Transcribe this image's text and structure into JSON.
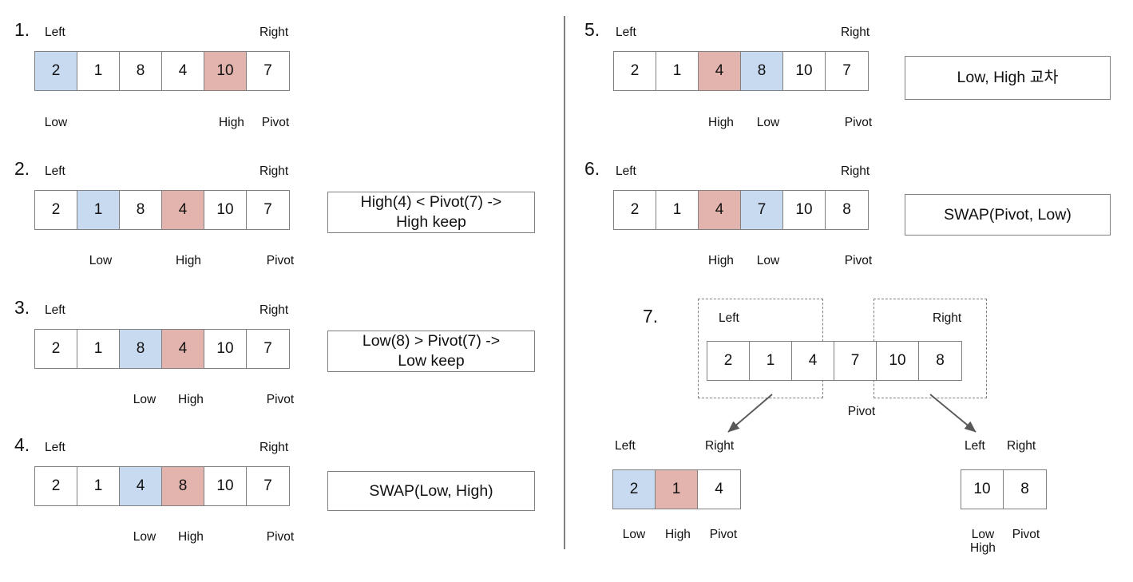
{
  "meta": {
    "title": "Quicksort partition walkthrough",
    "colors": {
      "low_highlight": "#c8daf0",
      "high_highlight": "#e3b3ad",
      "box_border": "#808080",
      "arrow": "#595959",
      "text": "#111111"
    },
    "labels": {
      "left": "Left",
      "right": "Right",
      "low": "Low",
      "high": "High",
      "pivot": "Pivot"
    }
  },
  "steps": [
    {
      "number": "1.",
      "left_label": "Left",
      "right_label": "Right",
      "cells": [
        {
          "value": "2",
          "fill": "low"
        },
        {
          "value": "1",
          "fill": "none"
        },
        {
          "value": "8",
          "fill": "none"
        },
        {
          "value": "4",
          "fill": "none"
        },
        {
          "value": "10",
          "fill": "high"
        },
        {
          "value": "7",
          "fill": "none"
        }
      ],
      "pointers": [
        {
          "index": 0,
          "text": "Low"
        },
        {
          "index": 4,
          "text": "High"
        },
        {
          "index": 5,
          "text": "Pivot"
        }
      ],
      "note": null
    },
    {
      "number": "2.",
      "left_label": "Left",
      "right_label": "Right",
      "cells": [
        {
          "value": "2",
          "fill": "none"
        },
        {
          "value": "1",
          "fill": "low"
        },
        {
          "value": "8",
          "fill": "none"
        },
        {
          "value": "4",
          "fill": "high"
        },
        {
          "value": "10",
          "fill": "none"
        },
        {
          "value": "7",
          "fill": "none"
        }
      ],
      "pointers": [
        {
          "index": 1,
          "text": "Low"
        },
        {
          "index": 3,
          "text": "High"
        },
        {
          "index": 5,
          "text": "Pivot"
        }
      ],
      "note": "High(4) < Pivot(7) ->\nHigh keep"
    },
    {
      "number": "3.",
      "left_label": "Left",
      "right_label": "Right",
      "cells": [
        {
          "value": "2",
          "fill": "none"
        },
        {
          "value": "1",
          "fill": "none"
        },
        {
          "value": "8",
          "fill": "low"
        },
        {
          "value": "4",
          "fill": "high"
        },
        {
          "value": "10",
          "fill": "none"
        },
        {
          "value": "7",
          "fill": "none"
        }
      ],
      "pointers": [
        {
          "index": 2,
          "text": "Low"
        },
        {
          "index": 3,
          "text": "High"
        },
        {
          "index": 5,
          "text": "Pivot"
        }
      ],
      "note": "Low(8) > Pivot(7) ->\nLow keep"
    },
    {
      "number": "4.",
      "left_label": "Left",
      "right_label": "Right",
      "cells": [
        {
          "value": "2",
          "fill": "none"
        },
        {
          "value": "1",
          "fill": "none"
        },
        {
          "value": "4",
          "fill": "low"
        },
        {
          "value": "8",
          "fill": "high"
        },
        {
          "value": "10",
          "fill": "none"
        },
        {
          "value": "7",
          "fill": "none"
        }
      ],
      "pointers": [
        {
          "index": 2,
          "text": "Low"
        },
        {
          "index": 3,
          "text": "High"
        },
        {
          "index": 5,
          "text": "Pivot"
        }
      ],
      "note": "SWAP(Low, High)"
    },
    {
      "number": "5.",
      "left_label": "Left",
      "right_label": "Right",
      "cells": [
        {
          "value": "2",
          "fill": "none"
        },
        {
          "value": "1",
          "fill": "none"
        },
        {
          "value": "4",
          "fill": "high"
        },
        {
          "value": "8",
          "fill": "low"
        },
        {
          "value": "10",
          "fill": "none"
        },
        {
          "value": "7",
          "fill": "none"
        }
      ],
      "pointers": [
        {
          "index": 2,
          "text": "High"
        },
        {
          "index": 3,
          "text": "Low"
        },
        {
          "index": 5,
          "text": "Pivot"
        }
      ],
      "note": "Low, High 교차"
    },
    {
      "number": "6.",
      "left_label": "Left",
      "right_label": "Right",
      "cells": [
        {
          "value": "2",
          "fill": "none"
        },
        {
          "value": "1",
          "fill": "none"
        },
        {
          "value": "4",
          "fill": "high"
        },
        {
          "value": "7",
          "fill": "low"
        },
        {
          "value": "10",
          "fill": "none"
        },
        {
          "value": "8",
          "fill": "none"
        }
      ],
      "pointers": [
        {
          "index": 2,
          "text": "High"
        },
        {
          "index": 3,
          "text": "Low"
        },
        {
          "index": 5,
          "text": "Pivot"
        }
      ],
      "note": "SWAP(Pivot, Low)"
    }
  ],
  "step7": {
    "number": "7.",
    "partition_left_label": "Left",
    "partition_right_label": "Right",
    "pivot_label": "Pivot",
    "cells": [
      {
        "value": "2",
        "fill": "none"
      },
      {
        "value": "1",
        "fill": "none"
      },
      {
        "value": "4",
        "fill": "none"
      },
      {
        "value": "7",
        "fill": "none"
      },
      {
        "value": "10",
        "fill": "none"
      },
      {
        "value": "8",
        "fill": "none"
      }
    ],
    "sub_left": {
      "left_label": "Left",
      "right_label": "Right",
      "cells": [
        {
          "value": "2",
          "fill": "low"
        },
        {
          "value": "1",
          "fill": "high"
        },
        {
          "value": "4",
          "fill": "none"
        }
      ],
      "pointers": [
        {
          "index": 0,
          "text": "Low"
        },
        {
          "index": 1,
          "text": "High"
        },
        {
          "index": 2,
          "text": "Pivot"
        }
      ]
    },
    "sub_right": {
      "left_label": "Left",
      "right_label": "Right",
      "cells": [
        {
          "value": "10",
          "fill": "none"
        },
        {
          "value": "8",
          "fill": "none"
        }
      ],
      "pointers": [
        {
          "index": 0,
          "text": "Low",
          "text2": "High"
        },
        {
          "index": 1,
          "text": "Pivot"
        }
      ]
    }
  }
}
